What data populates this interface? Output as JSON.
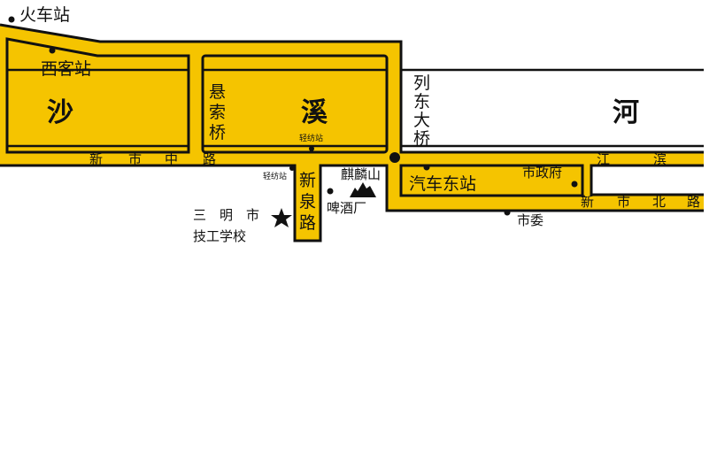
{
  "colors": {
    "road": "#F5C400",
    "outline": "#111111",
    "background": "#FFFFFF"
  },
  "river": {
    "chars": [
      "沙",
      "溪",
      "河"
    ]
  },
  "bridges": {
    "xuansuo": [
      "悬",
      "索",
      "桥"
    ],
    "liedong": [
      "列",
      "东",
      "大",
      "桥"
    ]
  },
  "roads": {
    "xinshi_zhong": [
      "新",
      "市",
      "中",
      "路"
    ],
    "xinquan": [
      "新",
      "泉",
      "路"
    ],
    "jiangbin": [
      "江",
      "滨"
    ],
    "xinshi_bei": [
      "新",
      "市",
      "北",
      "路"
    ]
  },
  "places": {
    "train_station": "火车站",
    "west_passenger_station": "西客站",
    "textile_station_1": "轻纺站",
    "textile_station_2": "轻纺站",
    "qilin_mountain": "麒麟山",
    "brewery": "啤酒厂",
    "school_line1": "三　明　市",
    "school_line2": "技工学校",
    "east_bus_station": "汽车东站",
    "city_government": "市政府",
    "city_committee": "市委"
  },
  "icons": {
    "school": "star-icon",
    "mountain": "mountain-icon",
    "location": "dot-icon"
  }
}
